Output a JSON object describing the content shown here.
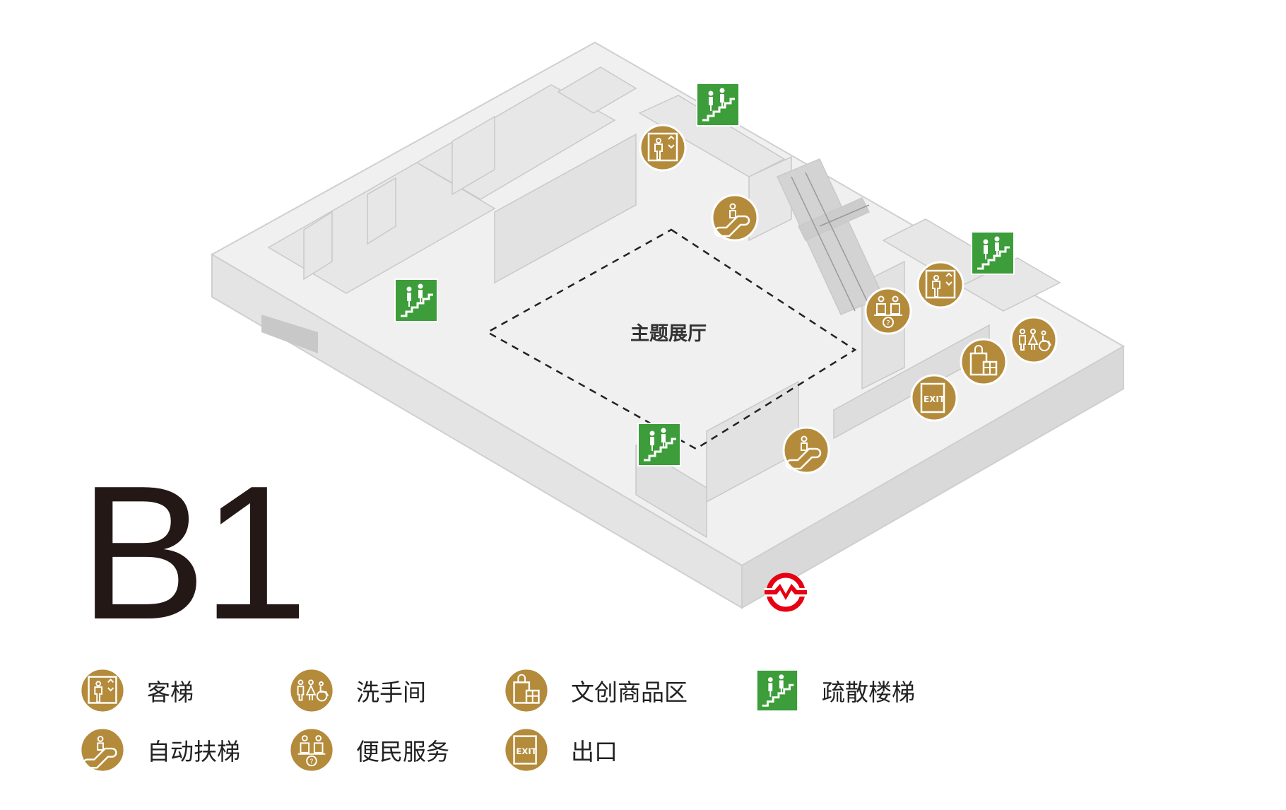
{
  "floor": "B1",
  "hall_name": "主题展厅",
  "colors": {
    "gold": "#b38b3b",
    "green": "#3c9d3a",
    "metro_red": "#e60012",
    "wall": "#e6e6e6",
    "floor": "#f1f1f1"
  },
  "icon_names": {
    "elevator": "elevator-icon",
    "escalator": "escalator-icon",
    "restroom": "restroom-icon",
    "service": "service-icon",
    "shop": "shop-icon",
    "exit": "exit-icon",
    "stairs": "evacuation-stairs-icon",
    "metro": "metro-logo"
  },
  "exit_text": "EXIT",
  "legend": [
    {
      "icon": "elevator",
      "label": "客梯"
    },
    {
      "icon": "restroom",
      "label": "洗手间"
    },
    {
      "icon": "shop",
      "label": "文创商品区"
    },
    {
      "icon": "stairs",
      "label": "疏散楼梯"
    },
    {
      "icon": "escalator",
      "label": "自动扶梯"
    },
    {
      "icon": "service",
      "label": "便民服务"
    },
    {
      "icon": "exit",
      "label": "出口"
    }
  ]
}
